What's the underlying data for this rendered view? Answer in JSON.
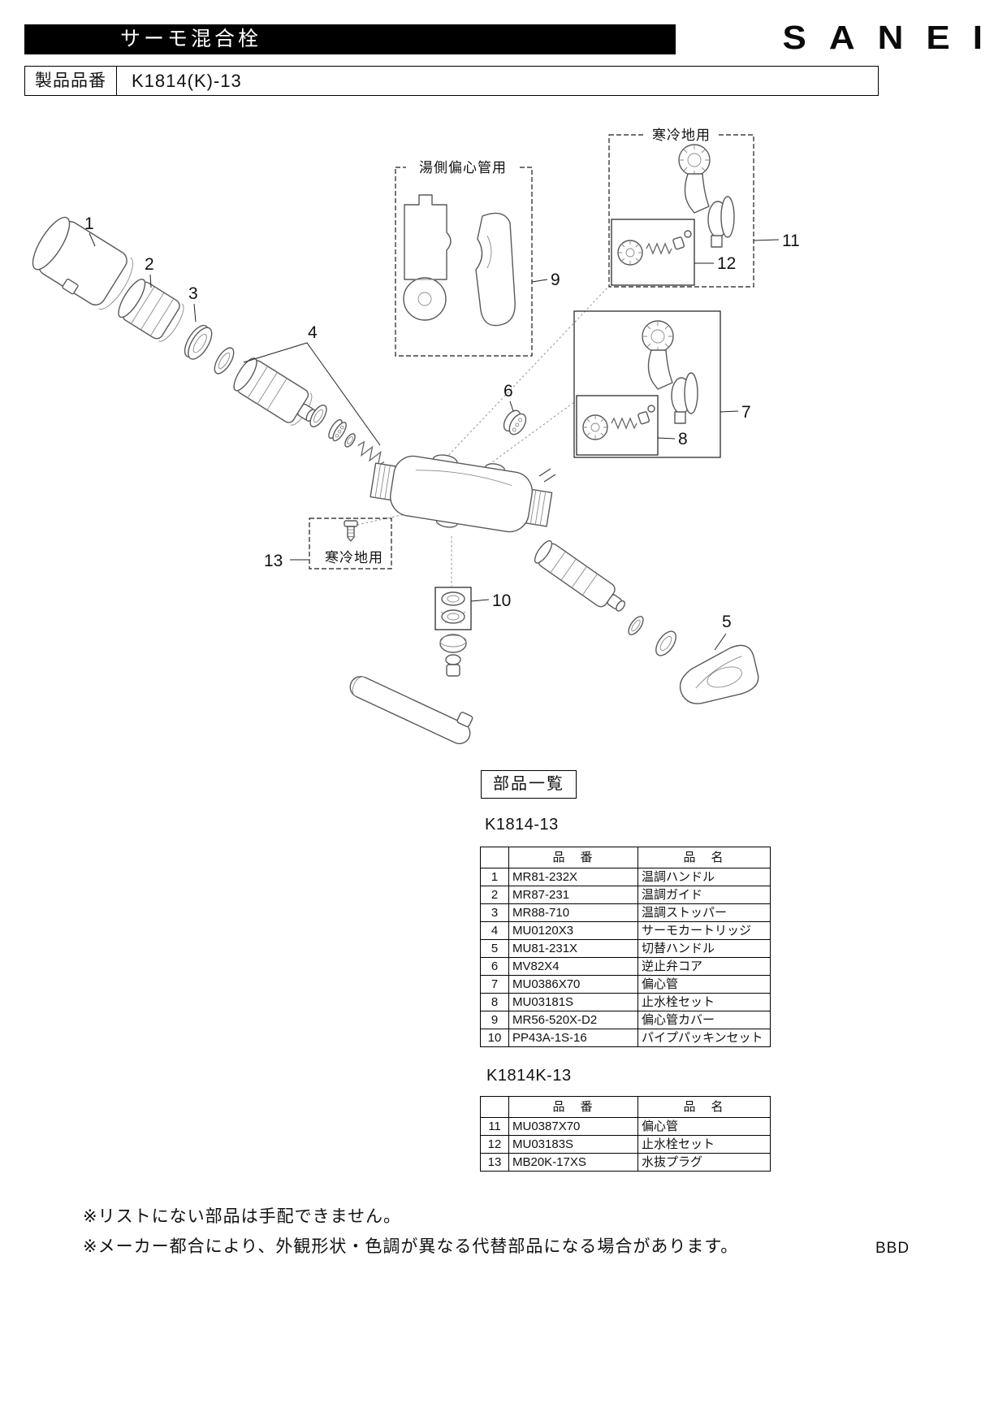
{
  "header": {
    "title": "サーモ混合栓",
    "brand": "SANEI"
  },
  "product": {
    "label": "製品品番",
    "number": "K1814(K)-13"
  },
  "diagram": {
    "labels": {
      "hot_side_cover": "湯側偏心管用",
      "cold_region_upper": "寒冷地用",
      "cold_region_plug": "寒冷地用"
    },
    "callouts": [
      "1",
      "2",
      "3",
      "4",
      "5",
      "6",
      "7",
      "8",
      "9",
      "10",
      "11",
      "12",
      "13"
    ]
  },
  "parts_list": {
    "heading": "部品一覧",
    "tables": [
      {
        "model": "K1814-13",
        "col_part": "品　番",
        "col_name": "品　名",
        "rows": [
          {
            "no": "1",
            "part": "MR81-232X",
            "name": "温調ハンドル"
          },
          {
            "no": "2",
            "part": "MR87-231",
            "name": "温調ガイド"
          },
          {
            "no": "3",
            "part": "MR88-710",
            "name": "温調ストッパー"
          },
          {
            "no": "4",
            "part": "MU0120X3",
            "name": "サーモカートリッジ"
          },
          {
            "no": "5",
            "part": "MU81-231X",
            "name": "切替ハンドル"
          },
          {
            "no": "6",
            "part": "MV82X4",
            "name": "逆止弁コア"
          },
          {
            "no": "7",
            "part": "MU0386X70",
            "name": "偏心管"
          },
          {
            "no": "8",
            "part": "MU03181S",
            "name": "止水栓セット"
          },
          {
            "no": "9",
            "part": "MR56-520X-D2",
            "name": "偏心管カバー"
          },
          {
            "no": "10",
            "part": "PP43A-1S-16",
            "name": "パイプパッキンセット"
          }
        ]
      },
      {
        "model": "K1814K-13",
        "col_part": "品　番",
        "col_name": "品　名",
        "rows": [
          {
            "no": "11",
            "part": "MU0387X70",
            "name": "偏心管"
          },
          {
            "no": "12",
            "part": "MU03183S",
            "name": "止水栓セット"
          },
          {
            "no": "13",
            "part": "MB20K-17XS",
            "name": "水抜プラグ"
          }
        ]
      }
    ]
  },
  "footer": {
    "notes": [
      "※リストにない部品は手配できません。",
      "※メーカー都合により、外観形状・色調が異なる代替部品になる場合があります。"
    ],
    "code": "BBD"
  }
}
